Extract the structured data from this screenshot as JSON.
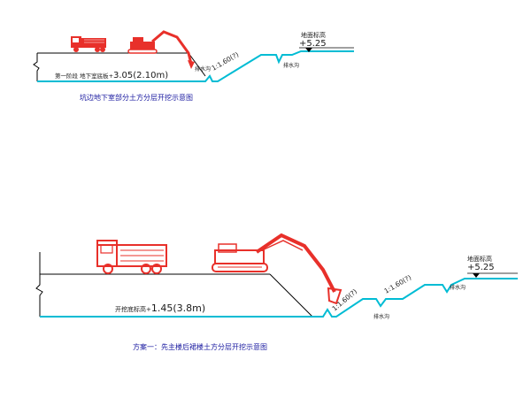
{
  "colors": {
    "ground": "#00bcd4",
    "line": "#000000",
    "machine": "#e8302a",
    "caption": "#1a1aa0",
    "text": "#1a1a1a"
  },
  "top_section": {
    "ground_level_label": "地面标高",
    "ground_level_value": "+5.25",
    "excavation_label": "第一阶段 地下室底板+",
    "excavation_value": "3.05(2.10m)",
    "ditch_label_1": "排水沟",
    "ditch_label_2": "排水沟",
    "slope_label": "1:1.60(?)",
    "caption": "坑边地下室部分土方分层开挖示意图"
  },
  "bottom_section": {
    "ground_level_label": "地面标高",
    "ground_level_value": "+5.25",
    "excavation_label": "开挖底标高+",
    "excavation_value": "1.45(3.8m)",
    "slope_label_1": "1:1.60(?)",
    "slope_label_2": "1:1.60(?)",
    "ditch_label_1": "排水沟",
    "ditch_label_2": "排水沟",
    "caption": "方案一：先主楼后裙楼土方分层开挖示意图"
  }
}
